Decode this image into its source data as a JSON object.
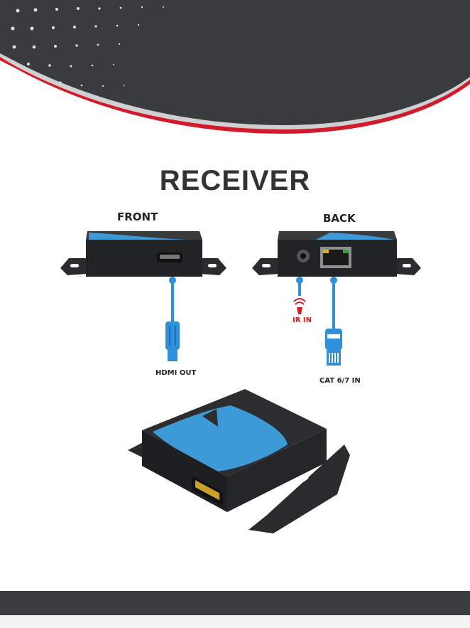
{
  "title": "RECEIVER",
  "front_label": "FRONT",
  "back_label": "BACK",
  "hdmi_out_label": "HDMI OUT",
  "ir_in_label": "IR IN",
  "cat_in_label": "CAT 6/7 IN",
  "colors": {
    "header_dark": "#3a3b3d",
    "header_accent": "#d41a2a",
    "cable_blue": "#2f8fd8",
    "ir_red": "#d0201f",
    "device_body": "#2a2b2d",
    "device_blue": "#3e9ad6"
  }
}
